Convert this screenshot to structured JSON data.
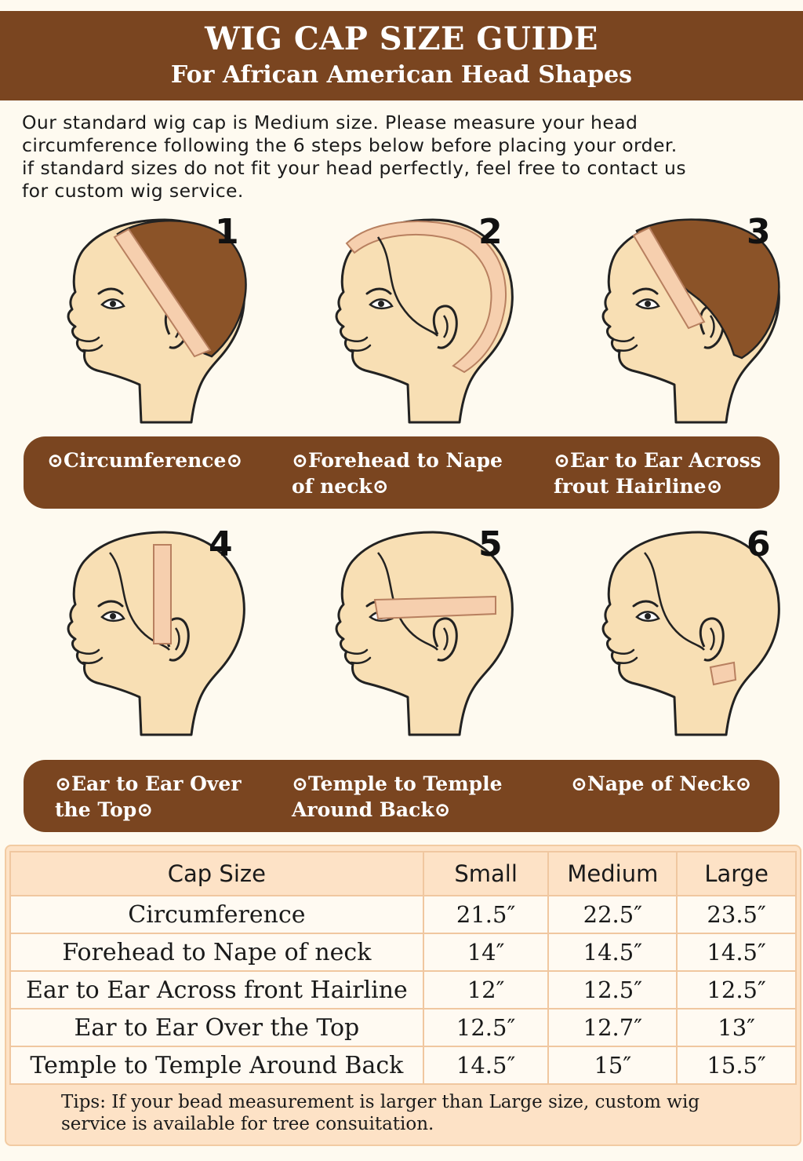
{
  "header": {
    "title": "WIG CAP SIZE GUIDE",
    "subtitle": "For African American Head Shapes"
  },
  "intro": "   Our standard wig cap is Medium size. Please measure your head\ncircumference following the 6 steps below before placing your order.\nif standard sizes do not fit your head perfectly, feel free to contact us\nfor custom wig service.",
  "steps": [
    {
      "number": "1",
      "label": "⊙Circumference⊙"
    },
    {
      "number": "2",
      "label": "⊙Forehead to Nape\n        of neck⊙"
    },
    {
      "number": "3",
      "label": "⊙Ear to Ear Across\n        frout Hairline⊙"
    },
    {
      "number": "4",
      "label": "⊙Ear to Ear Over\n      the Top⊙"
    },
    {
      "number": "5",
      "label": "⊙Temple to Temple\n    Around Back⊙"
    },
    {
      "number": "6",
      "label": "⊙Nape of Neck⊙"
    }
  ],
  "colors": {
    "brown": "#7a4520",
    "skin": "#f8dfb4",
    "hair": "#8b5328",
    "tape": "#f6cfae"
  },
  "table": {
    "headers": [
      "Cap Size",
      "Small",
      "Medium",
      "Large"
    ],
    "rows": [
      [
        "Circumference",
        "21.5″",
        "22.5″",
        "23.5″"
      ],
      [
        "Forehead to Nape of neck",
        "14″",
        "14.5″",
        "14.5″"
      ],
      [
        "Ear to Ear Across front Hairline",
        "12″",
        "12.5″",
        "12.5″"
      ],
      [
        "Ear to Ear Over the Top",
        "12.5″",
        "12.7″",
        "13″"
      ],
      [
        "Temple to Temple Around Back",
        "14.5″",
        "15″",
        "15.5″"
      ]
    ]
  },
  "tips": "Tips: If your bead measurement is larger than Large size, custom wig\nservice is available for tree consuitation."
}
